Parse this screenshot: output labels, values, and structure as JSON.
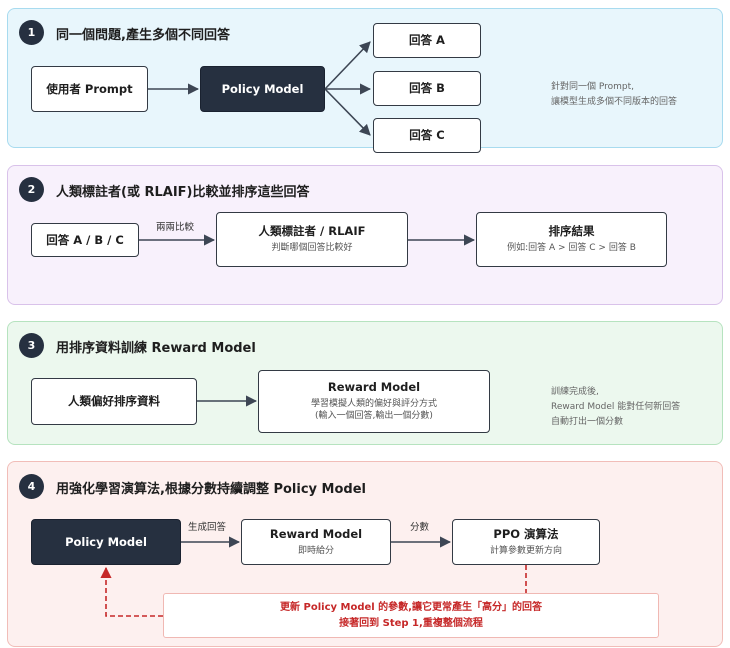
{
  "steps": [
    {
      "num": "1",
      "title": "同一個問題,產生多個不同回答",
      "input": "使用者 Prompt",
      "model": "Policy Model",
      "outputs": [
        "回答 A",
        "回答 B",
        "回答 C"
      ],
      "note": [
        "針對同一個 Prompt,",
        "讓模型生成多個不同版本的回答"
      ]
    },
    {
      "num": "2",
      "title": "人類標註者(或 RLAIF)比較並排序這些回答",
      "input": "回答 A / B / C",
      "edge_label": "兩兩比較",
      "annotator_title": "人類標註者 / RLAIF",
      "annotator_sub": "判斷哪個回答比較好",
      "result_title": "排序結果",
      "result_sub": "例如:回答 A > 回答 C > 回答 B"
    },
    {
      "num": "3",
      "title": "用排序資料訓練 Reward Model",
      "input": "人類偏好排序資料",
      "rm_title": "Reward Model",
      "rm_sub": [
        "學習模擬人類的偏好與評分方式",
        "(輸入一個回答,輸出一個分數)"
      ],
      "note": [
        "訓練完成後,",
        "Reward Model 能對任何新回答",
        "自動打出一個分數"
      ]
    },
    {
      "num": "4",
      "title": "用強化學習演算法,根據分數持續調整 Policy Model",
      "policy": "Policy Model",
      "edge_label_1": "生成回答",
      "rm_title": "Reward Model",
      "rm_sub": "即時給分",
      "edge_label_2": "分數",
      "ppo_title": "PPO 演算法",
      "ppo_sub": "計算參數更新方向",
      "feedback": [
        "更新 Policy Model 的參數,讓它更常產生「高分」的回答",
        "接著回到 Step 1,重複整個流程"
      ]
    }
  ],
  "colors": {
    "step1_bg": "#e8f6fc",
    "step2_bg": "#f8f1fc",
    "step3_bg": "#ecf8ee",
    "step4_bg": "#fdf0ef",
    "dark_node": "#263040",
    "feedback_red": "#c62828"
  }
}
